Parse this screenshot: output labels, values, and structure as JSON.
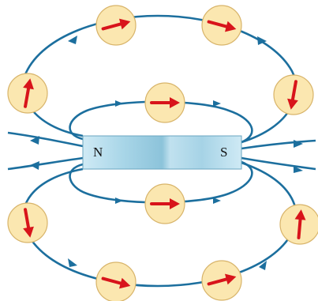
{
  "magnet": {
    "north_label": "N",
    "south_label": "S",
    "colors": {
      "light": "#c9e7f3",
      "mid": "#9fcfe3",
      "dark": "#7cb8d2",
      "edge": "#6aa6c0"
    }
  },
  "field_line_color": "#1c6f9e",
  "compass": {
    "fill": "#fbe7b0",
    "stroke": "#d8b46a",
    "needle_color": "#d8141b",
    "needles": [
      {
        "id": "compass-upper-left-top",
        "angle_deg": -15
      },
      {
        "id": "compass-upper-right-top",
        "angle_deg": 15
      },
      {
        "id": "compass-upper-left-side",
        "angle_deg": -80
      },
      {
        "id": "compass-upper-right-side",
        "angle_deg": 100
      },
      {
        "id": "compass-above-magnet",
        "angle_deg": 0
      },
      {
        "id": "compass-below-magnet",
        "angle_deg": 0
      },
      {
        "id": "compass-lower-left-side",
        "angle_deg": 80
      },
      {
        "id": "compass-lower-right-side",
        "angle_deg": -85
      },
      {
        "id": "compass-lower-left-bottom",
        "angle_deg": 15
      },
      {
        "id": "compass-lower-right-bottom",
        "angle_deg": -15
      }
    ]
  }
}
